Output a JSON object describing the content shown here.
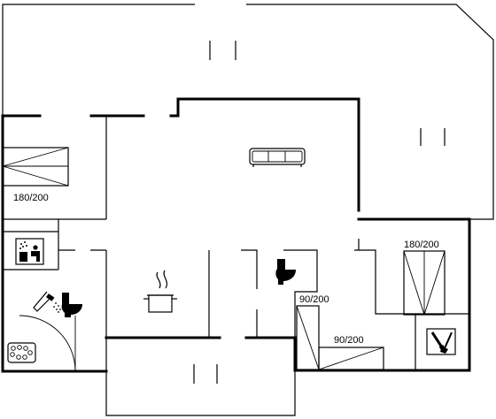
{
  "plan": {
    "bed_labels": [
      {
        "id": "bed-bedroom-left",
        "text": "180/200"
      },
      {
        "id": "bed-bedroom-right",
        "text": "180/200"
      },
      {
        "id": "bed-bunk-vertical",
        "text": "90/200"
      },
      {
        "id": "bed-bunk-horizontal",
        "text": "90/200"
      }
    ],
    "icons": [
      "sofa-icon",
      "cooking-pot-icon",
      "toilet-icon",
      "shower-icon",
      "sauna-icon",
      "whirlpool-icon",
      "utility-tools-icon"
    ]
  }
}
